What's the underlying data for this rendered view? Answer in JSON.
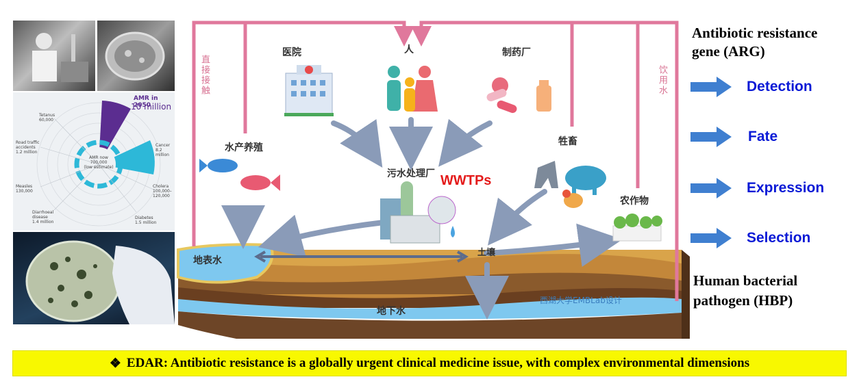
{
  "labels": {
    "human": "人",
    "hospital": "医院",
    "pharma": "制药厂",
    "aquaculture": "水产养殖",
    "livestock": "牲畜",
    "wwtp_cn": "污水处理厂",
    "wwtp_en": "WWTPs",
    "crops": "农作物",
    "surface_water": "地表水",
    "soil": "土壤",
    "groundwater": "地下水",
    "direct_contact": "直接接触",
    "drinking_water": "饮用水",
    "credit": "西湖大学EMBLab设计"
  },
  "right_panel": {
    "arg_title_line1": "Antibiotic resistance",
    "arg_title_line2": "gene (ARG)",
    "items": [
      "Detection",
      "Fate",
      "Expression",
      "Selection"
    ],
    "hbp_line1": "Human bacterial",
    "hbp_line2": "pathogen (HBP)"
  },
  "amr_chart": {
    "amr2050_label": "AMR in 2050",
    "amr2050_value": "10 million",
    "center_line1": "AMR now",
    "center_line2": "700,000",
    "center_line3": "(low estimate)",
    "causes": [
      {
        "name": "Tetanus",
        "value": "60,000"
      },
      {
        "name": "Road traffic accidents",
        "value": "1.2 million"
      },
      {
        "name": "Cancer",
        "value": "8.2 million"
      },
      {
        "name": "Measles",
        "value": "130,000"
      },
      {
        "name": "Cholera",
        "value": "100,000–120,000"
      },
      {
        "name": "Diarrhoeal disease",
        "value": "1.4 million"
      },
      {
        "name": "Diabetes",
        "value": "1.5 million"
      }
    ]
  },
  "banner": {
    "symbol": "❖",
    "text": "EDAR: Antibiotic resistance is a globally urgent clinical medicine issue, with complex environmental dimensions"
  },
  "colors": {
    "pink_line": "#e0789c",
    "arrow_blue": "#8a9bb8",
    "water": "#7ec8ef",
    "soil_top": "#d9a44a",
    "banner": "#f8f800",
    "accent_blue": "#0a1ad6",
    "wwtp_red": "#e41b1b"
  }
}
